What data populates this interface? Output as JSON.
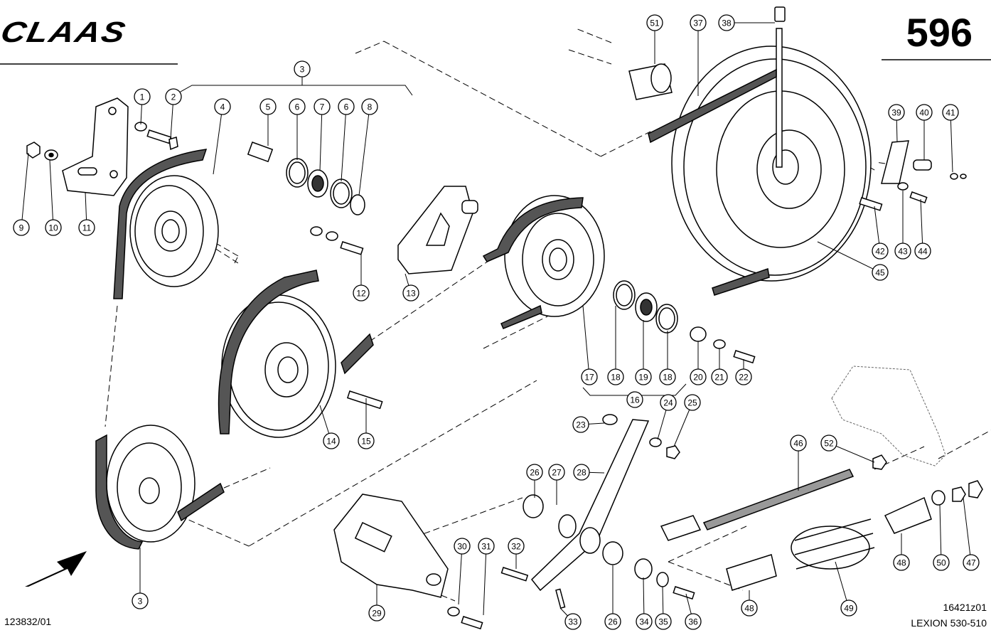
{
  "header": {
    "brand": "CLAAS",
    "page_number": "596"
  },
  "footer": {
    "drawing_id": "123832/01",
    "figure_id": "16421z01",
    "model": "LEXION 530-510"
  },
  "callouts": [
    {
      "label": "1"
    },
    {
      "label": "2"
    },
    {
      "label": "3"
    },
    {
      "label": "4"
    },
    {
      "label": "5"
    },
    {
      "label": "6"
    },
    {
      "label": "7"
    },
    {
      "label": "6"
    },
    {
      "label": "8"
    },
    {
      "label": "9"
    },
    {
      "label": "10"
    },
    {
      "label": "11"
    },
    {
      "label": "12"
    },
    {
      "label": "13"
    },
    {
      "label": "14"
    },
    {
      "label": "15"
    },
    {
      "label": "16"
    },
    {
      "label": "17"
    },
    {
      "label": "18"
    },
    {
      "label": "19"
    },
    {
      "label": "18"
    },
    {
      "label": "20"
    },
    {
      "label": "21"
    },
    {
      "label": "22"
    },
    {
      "label": "23"
    },
    {
      "label": "24"
    },
    {
      "label": "25"
    },
    {
      "label": "26"
    },
    {
      "label": "27"
    },
    {
      "label": "28"
    },
    {
      "label": "29"
    },
    {
      "label": "30"
    },
    {
      "label": "31"
    },
    {
      "label": "32"
    },
    {
      "label": "33"
    },
    {
      "label": "26"
    },
    {
      "label": "34"
    },
    {
      "label": "35"
    },
    {
      "label": "36"
    },
    {
      "label": "37"
    },
    {
      "label": "38"
    },
    {
      "label": "39"
    },
    {
      "label": "40"
    },
    {
      "label": "41"
    },
    {
      "label": "42"
    },
    {
      "label": "43"
    },
    {
      "label": "44"
    },
    {
      "label": "45"
    },
    {
      "label": "46"
    },
    {
      "label": "47"
    },
    {
      "label": "48"
    },
    {
      "label": "48"
    },
    {
      "label": "49"
    },
    {
      "label": "50"
    },
    {
      "label": "51"
    },
    {
      "label": "52"
    },
    {
      "label": "3"
    }
  ]
}
